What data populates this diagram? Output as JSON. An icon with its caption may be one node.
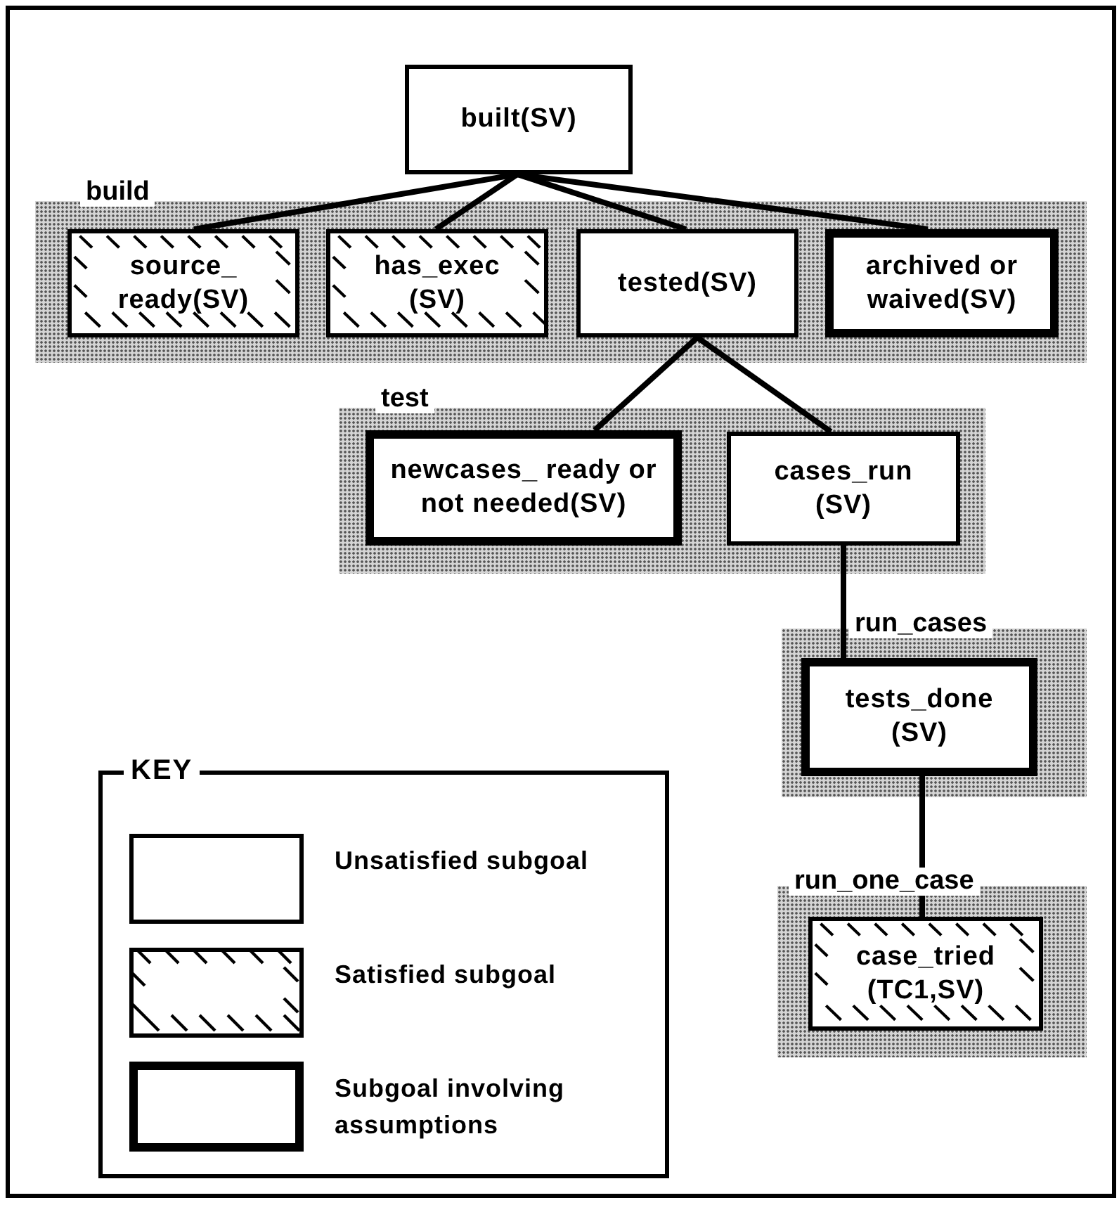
{
  "diagram": {
    "nodes": [
      {
        "text": [
          "built(SV)"
        ]
      },
      {
        "text": [
          "build"
        ]
      },
      {
        "text": [
          "source_ ready(SV)"
        ],
        "in": 1
      },
      {
        "text": [
          "has_exec (SV)"
        ],
        "in": 1
      },
      {
        "text": [
          "tested(SV)"
        ],
        "in": 1
      },
      {
        "text": [
          "archived or waived(SV)"
        ],
        "in": 1
      },
      {
        "text": [
          "test"
        ]
      },
      {
        "text": [
          "newcases_ ready or not needed(SV)"
        ],
        "in": 6
      },
      {
        "text": [
          "cases_run (SV)"
        ],
        "in": 6
      },
      {
        "text": [
          "run_cases"
        ]
      },
      {
        "text": [
          "tests_done (SV)"
        ],
        "in": 9
      },
      {
        "text": [
          "run_one_case"
        ]
      },
      {
        "text": [
          "case_tried (TC1,SV)"
        ],
        "in": 11
      }
    ],
    "edges": [
      {
        "from": 0,
        "to": 2,
        "arrow": "none"
      },
      {
        "from": 0,
        "to": 3,
        "arrow": "none"
      },
      {
        "from": 0,
        "to": 4,
        "arrow": "none"
      },
      {
        "from": 0,
        "to": 5,
        "arrow": "none"
      },
      {
        "from": 4,
        "to": 7,
        "arrow": "none"
      },
      {
        "from": 4,
        "to": 8,
        "arrow": "none"
      },
      {
        "from": 8,
        "to": 10,
        "arrow": "none"
      },
      {
        "from": 10,
        "to": 12,
        "arrow": "none"
      }
    ],
    "labels": [
      "KEY"
    ],
    "legend": [
      {
        "text": "Unsatisfied subgoal"
      },
      {
        "text": "Satisfied subgoal"
      },
      {
        "text": "Subgoal involving assumptions"
      }
    ]
  }
}
